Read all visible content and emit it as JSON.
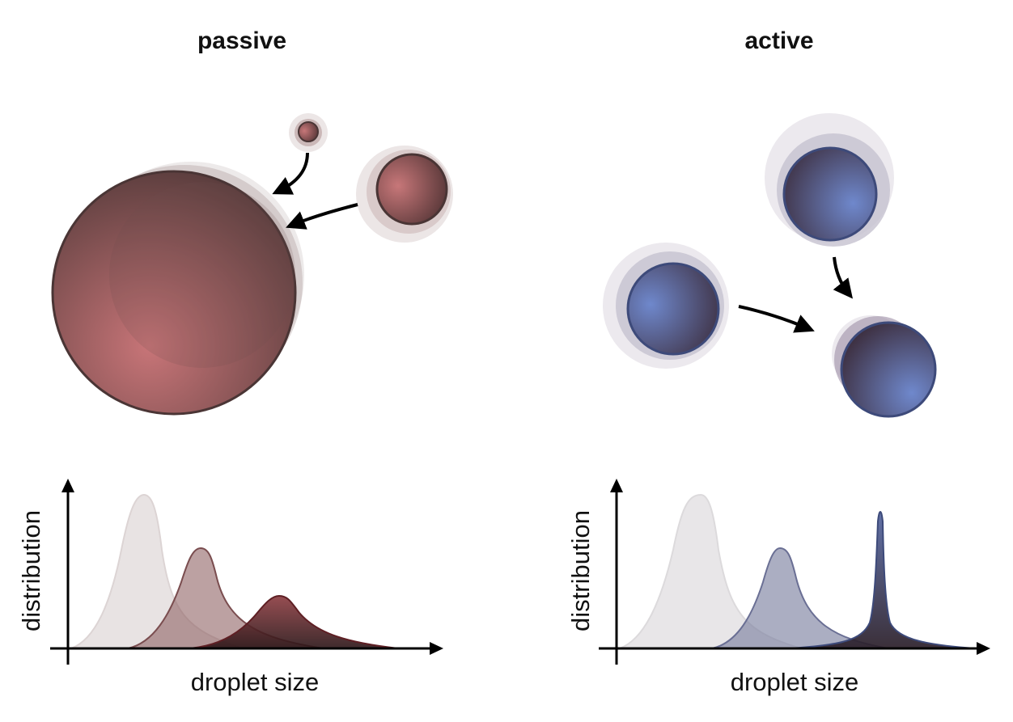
{
  "panels": {
    "passive": {
      "title": "passive",
      "xlabel": "droplet size",
      "ylabel": "distribution",
      "color": "#b86b6b"
    },
    "active": {
      "title": "active",
      "xlabel": "droplet size",
      "ylabel": "distribution",
      "color": "#6b7cb8"
    }
  },
  "colors": {
    "passive_fill_dark": "#5c3e3e",
    "passive_fill_light": "#c46f72",
    "passive_edge": "#4a3535",
    "active_fill_dark": "#3a2f45",
    "active_fill_light": "#6f86c8",
    "active_edge": "#3d4a7a",
    "curve_ghost": "#e5e1e1",
    "arrow": "#000000"
  }
}
